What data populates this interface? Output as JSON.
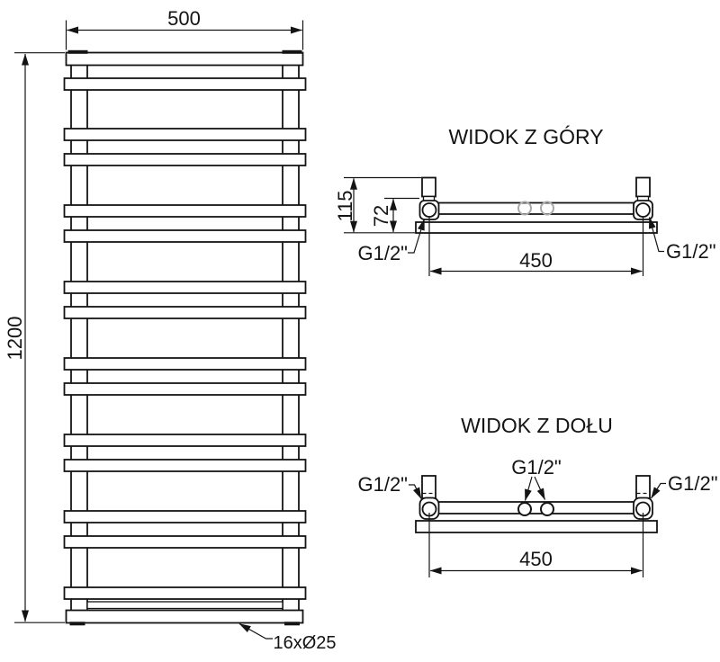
{
  "front": {
    "width": "500",
    "height": "1200",
    "note": "16xØ25"
  },
  "top_view": {
    "title": "WIDOK Z GÓRY",
    "dim_depth": "115",
    "dim_offset": "72",
    "dim_span": "450",
    "conn_left": "G1/2\"",
    "conn_right": "G1/2\""
  },
  "bottom_view": {
    "title": "WIDOK Z DOŁU",
    "dim_span": "450",
    "conn_left": "G1/2\"",
    "conn_center": "G1/2\"",
    "conn_right": "G1/2\""
  }
}
